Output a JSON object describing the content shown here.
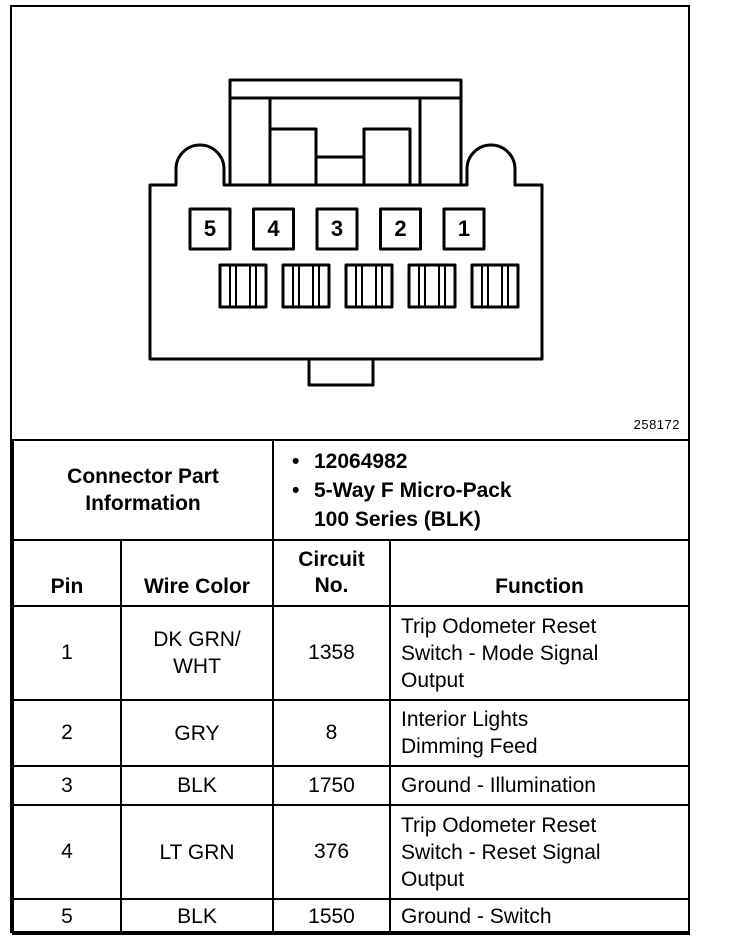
{
  "diagram": {
    "pins": [
      "5",
      "4",
      "3",
      "2",
      "1"
    ],
    "figure_number": "258172"
  },
  "connector": {
    "label_line1": "Connector Part",
    "label_line2": "Information",
    "part_number": "12064982",
    "description_line1": "5-Way F Micro-Pack",
    "description_line2": "100 Series (BLK)"
  },
  "table": {
    "headers": {
      "pin": "Pin",
      "wire_color": "Wire Color",
      "circuit_line1": "Circuit",
      "circuit_line2": "No.",
      "function": "Function"
    },
    "rows": [
      {
        "pin": "1",
        "wire": [
          "DK GRN/",
          "WHT"
        ],
        "circuit": "1358",
        "function": [
          "Trip Odometer Reset",
          "Switch - Mode Signal",
          "Output"
        ]
      },
      {
        "pin": "2",
        "wire": [
          "GRY"
        ],
        "circuit": "8",
        "function": [
          "Interior Lights",
          "Dimming Feed"
        ]
      },
      {
        "pin": "3",
        "wire": [
          "BLK"
        ],
        "circuit": "1750",
        "function": [
          "Ground - Illumination"
        ]
      },
      {
        "pin": "4",
        "wire": [
          "LT GRN"
        ],
        "circuit": "376",
        "function": [
          "Trip Odometer Reset",
          "Switch - Reset Signal",
          "Output"
        ]
      },
      {
        "pin": "5",
        "wire": [
          "BLK"
        ],
        "circuit": "1550",
        "function": [
          "Ground - Switch"
        ]
      }
    ]
  }
}
